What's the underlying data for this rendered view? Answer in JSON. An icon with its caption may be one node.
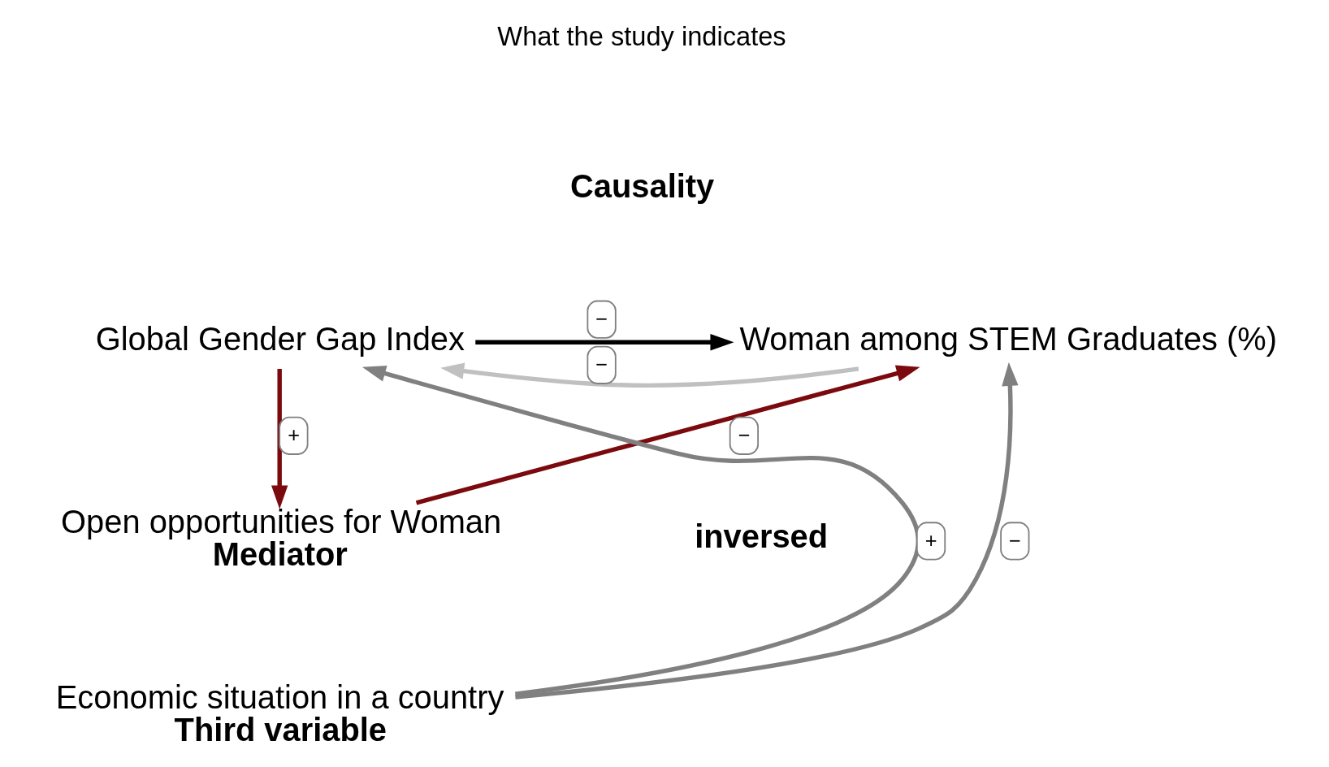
{
  "diagram": {
    "nodes": [
      {
        "text": [
          "Global Gender Gap Index"
        ]
      },
      {
        "text": [
          "Woman among STEM Graduates (%)"
        ]
      },
      {
        "text": [
          "Open opportunities for Woman",
          "Mediator"
        ]
      },
      {
        "text": [
          "Economic situation in a country",
          "Third variable"
        ]
      }
    ],
    "edges": [
      {
        "from": 0,
        "to": 1,
        "arrow": "to",
        "label": "−",
        "color": "#000000"
      },
      {
        "from": 1,
        "to": 0,
        "arrow": "to",
        "label": "−",
        "color": "#c0c0c0"
      },
      {
        "from": 0,
        "to": 2,
        "arrow": "to",
        "label": "+",
        "color": "#7b0a0f"
      },
      {
        "from": 2,
        "to": 1,
        "arrow": "to",
        "label": "−",
        "color": "#7b0a0f"
      },
      {
        "from": 3,
        "to": 0,
        "arrow": "to",
        "label": "+",
        "color": "#808080"
      },
      {
        "from": 3,
        "to": 1,
        "arrow": "to",
        "label": "−",
        "color": "#808080"
      }
    ],
    "labels": [
      "What the study indicates",
      "Causality",
      "inversed"
    ]
  }
}
